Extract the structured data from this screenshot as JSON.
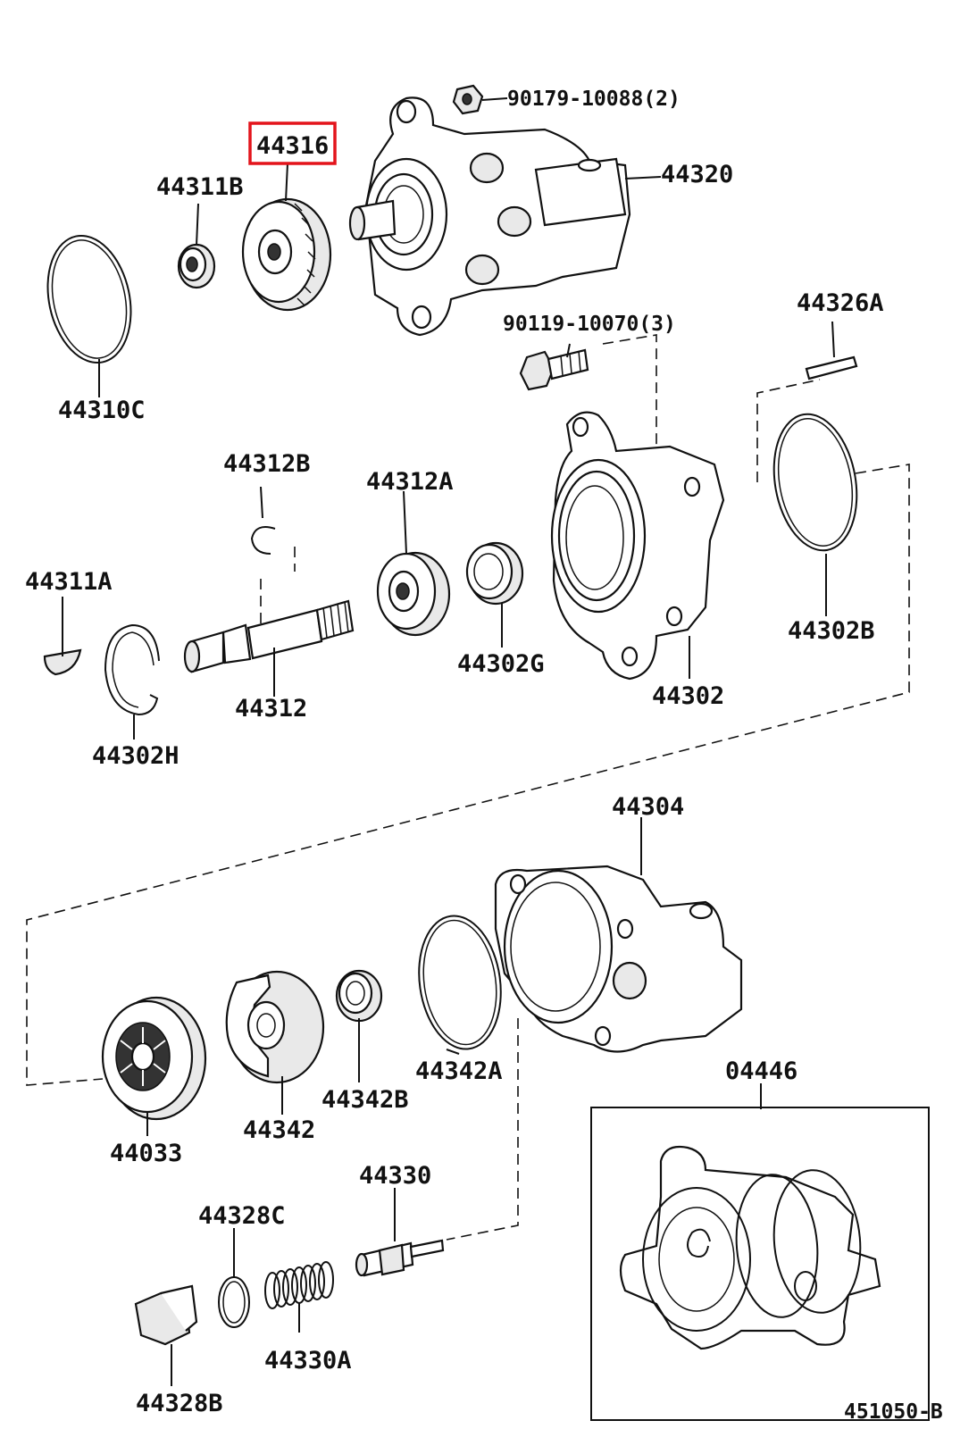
{
  "diagram": {
    "highlighted_part": "44316",
    "highlight_color": "#e3141b",
    "reference_code": "451050-B",
    "labels": {
      "p90179": "90179-10088(2)",
      "p44316": "44316",
      "p44311B": "44311B",
      "p44320": "44320",
      "p44310C": "44310C",
      "p90119": "90119-10070(3)",
      "p44326A": "44326A",
      "p44312B": "44312B",
      "p44312A": "44312A",
      "p44311A": "44311A",
      "p44302B": "44302B",
      "p44302G": "44302G",
      "p44312": "44312",
      "p44302": "44302",
      "p44302H": "44302H",
      "p44304": "44304",
      "p44342A": "44342A",
      "p44342B": "44342B",
      "p44342": "44342",
      "p44033": "44033",
      "p04446": "04446",
      "p44330": "44330",
      "p44328C": "44328C",
      "p44330A": "44330A",
      "p44328B": "44328B"
    }
  }
}
